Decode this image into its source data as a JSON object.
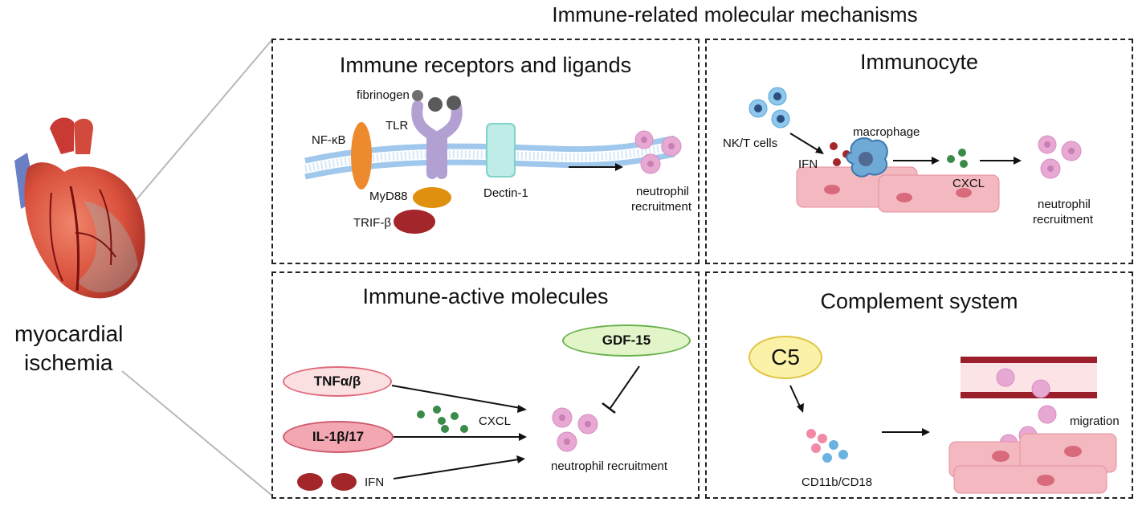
{
  "main_title": "Immune-related molecular mechanisms",
  "heart": {
    "label_line1": "myocardial",
    "label_line2": "ischemia"
  },
  "panels": {
    "receptors": {
      "title": "Immune receptors and ligands",
      "fibrinogen": "fibrinogen",
      "tlr": "TLR",
      "nfkb": "NF-κB",
      "myd88": "MyD88",
      "trif": "TRIF-β",
      "dectin": "Dectin-1",
      "neutrophil_line1": "neutrophil",
      "neutrophil_line2": "recruitment"
    },
    "immunocyte": {
      "title": "Immunocyte",
      "nkt": "NK/T cells",
      "ifn": "IFN",
      "macrophage": "macrophage",
      "cxcl": "CXCL",
      "neutrophil_line1": "neutrophil",
      "neutrophil_line2": "recruitment"
    },
    "molecules": {
      "title": "Immune-active molecules",
      "tnf": "TNFα/β",
      "il": "IL-1β/17",
      "gdf": "GDF-15",
      "cxcl": "CXCL",
      "ifn": "IFN",
      "neutrophil": "neutrophil recruitment"
    },
    "complement": {
      "title": "Complement system",
      "c5": "C5",
      "cd": "CD11b/CD18",
      "migration": "migration"
    }
  },
  "colors": {
    "membrane": "#9fc8ec",
    "nfkb": "#ee8a2e",
    "tlr": "#b3a0d3",
    "dectin": "#bfece6",
    "myd88": "#e0900f",
    "trif": "#a3262b",
    "neutrophil": "#e7a9d3",
    "tnf_fill": "#fbe0e2",
    "il_fill": "#f2a7b2",
    "gdf_fill": "#e2f5c9",
    "c5_fill": "#fbf2a7",
    "cxcl": "#3a8a4a",
    "tissue": "#f3b8c0",
    "vessel": "#9b1f2a"
  }
}
